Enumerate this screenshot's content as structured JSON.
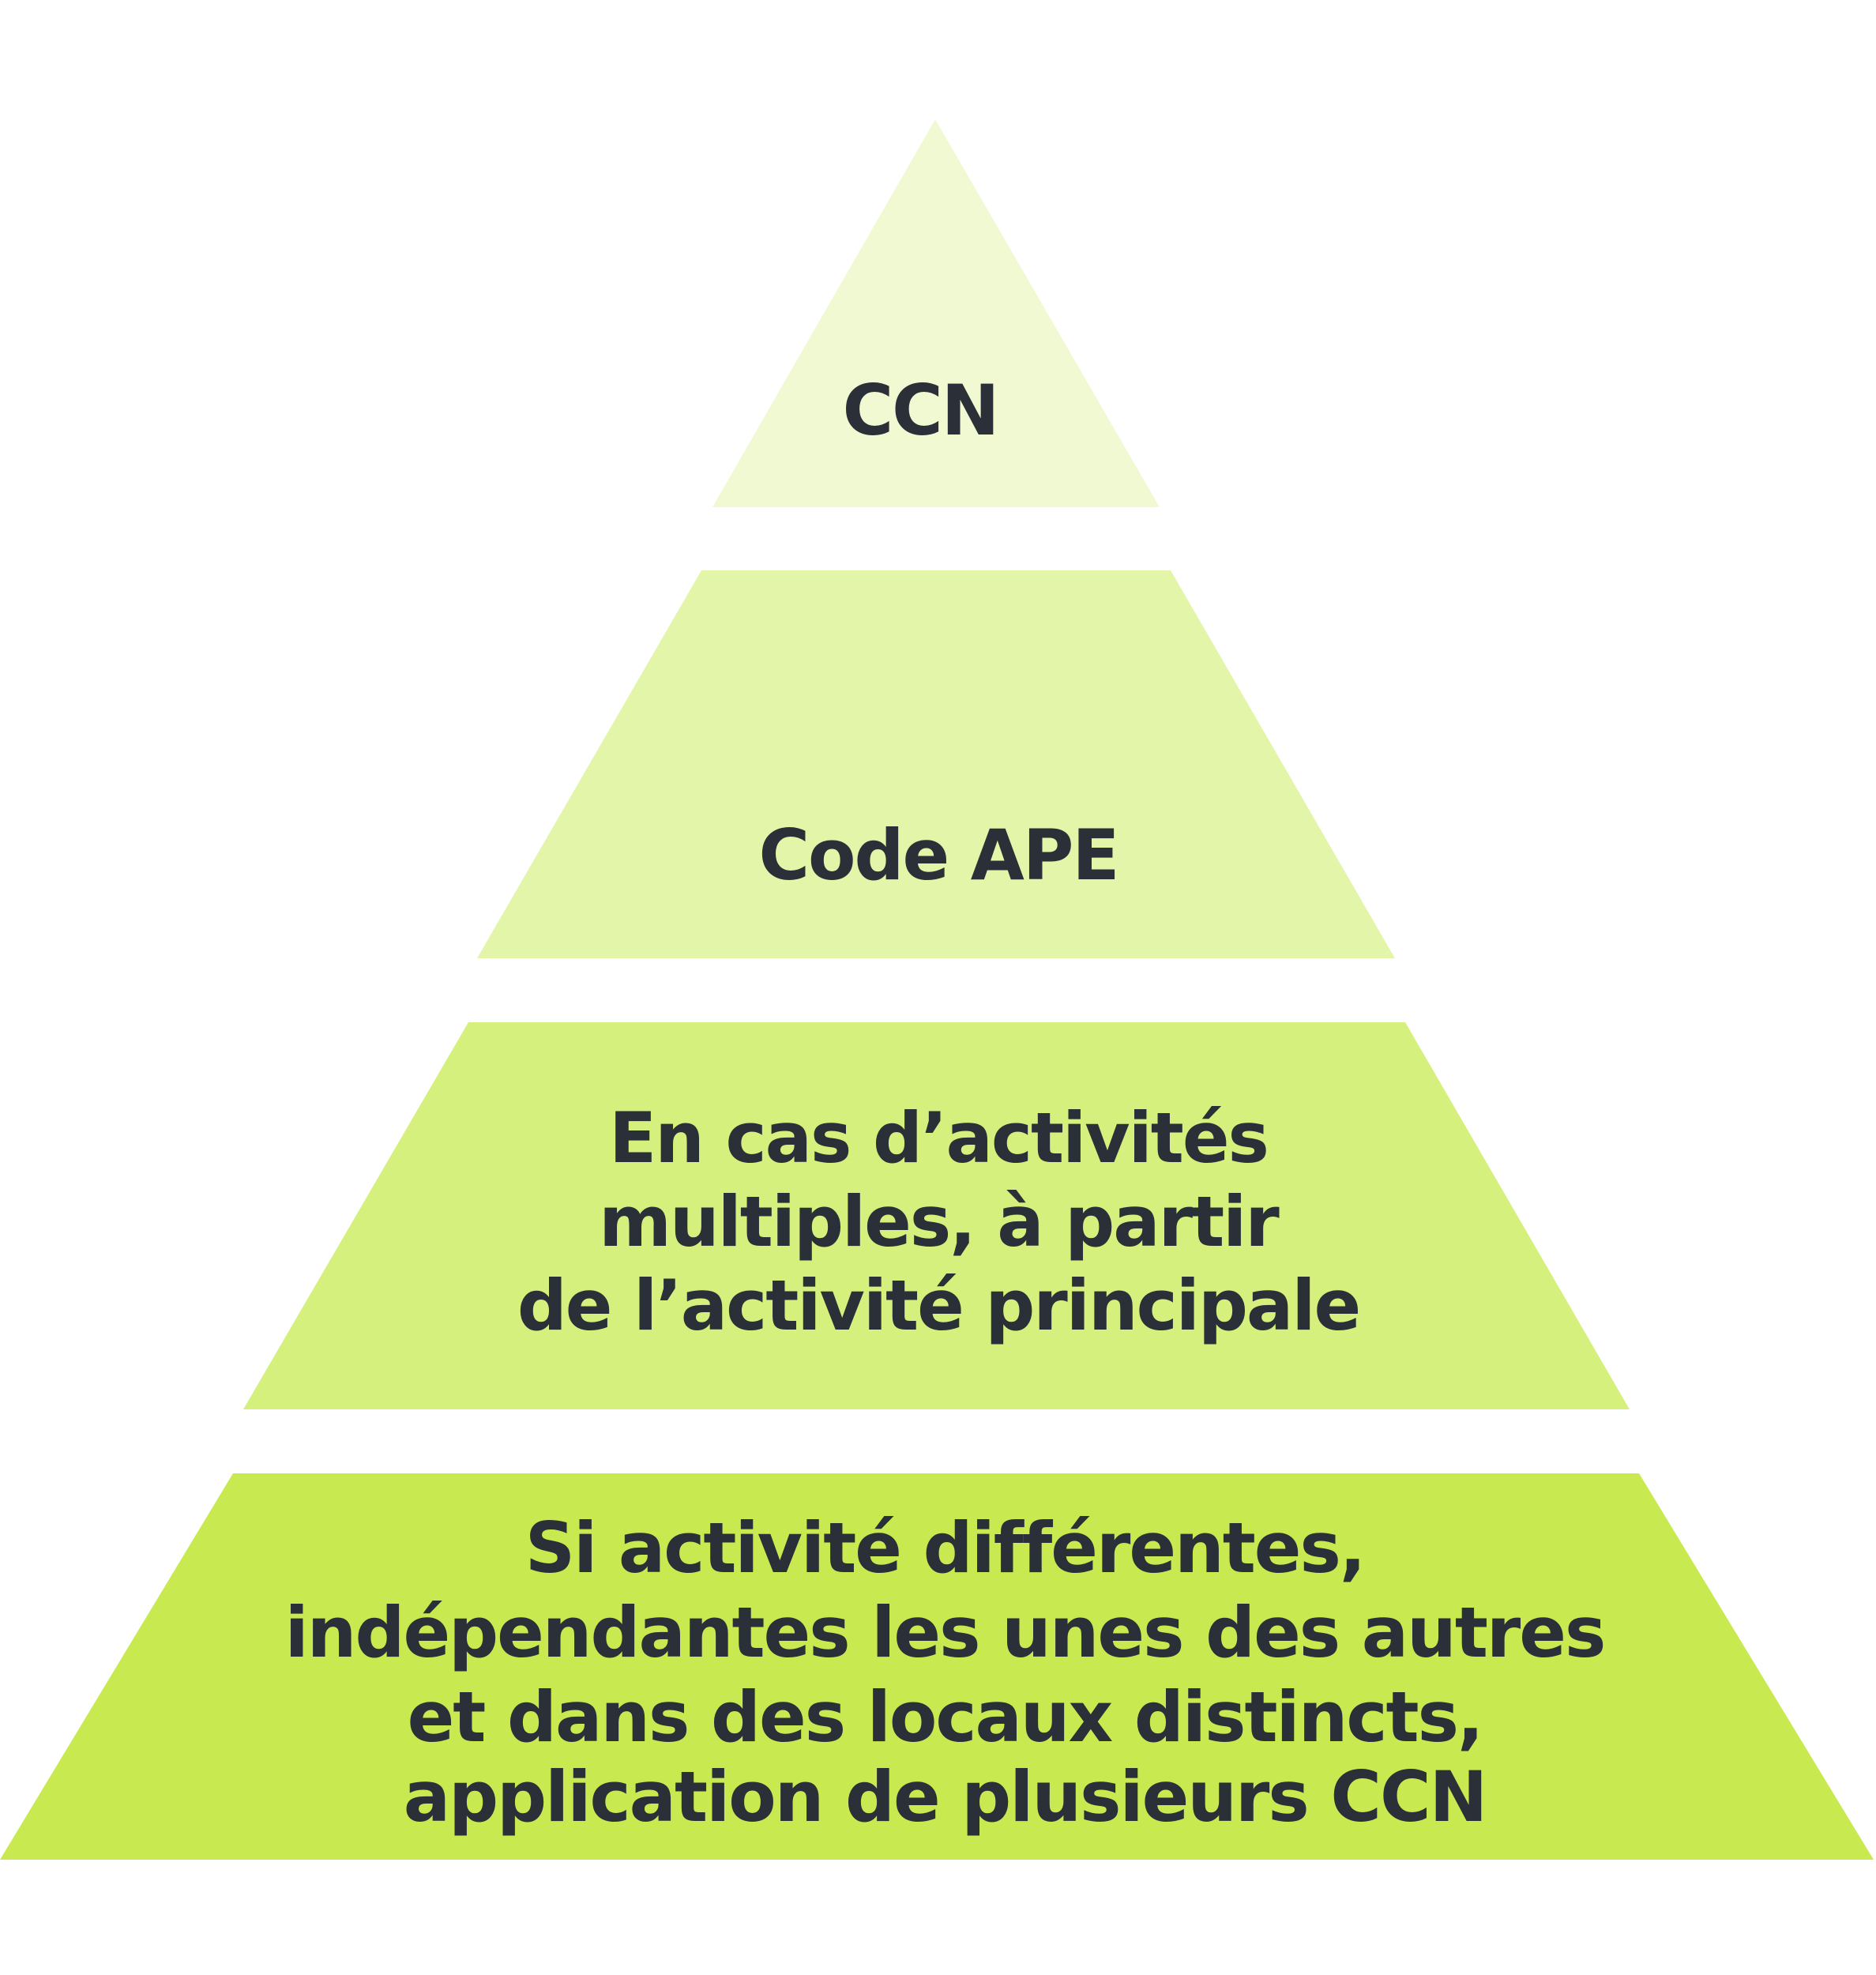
{
  "pyramid": {
    "tiers": [
      {
        "lines": [
          "CCN"
        ],
        "color": "#f0f9d2"
      },
      {
        "lines": [
          "Code APE"
        ],
        "color": "#e2f5a8"
      },
      {
        "lines": [
          "En cas d’activités",
          "multiples, à partir",
          "de l’activité principale"
        ],
        "color": "#d5f07c"
      },
      {
        "lines": [
          "Si activité différentes,",
          "indépendantes les unes des autres",
          "et dans des locaux distincts,",
          "application de plusieurs CCN"
        ],
        "color": "#c8ea50"
      }
    ]
  }
}
